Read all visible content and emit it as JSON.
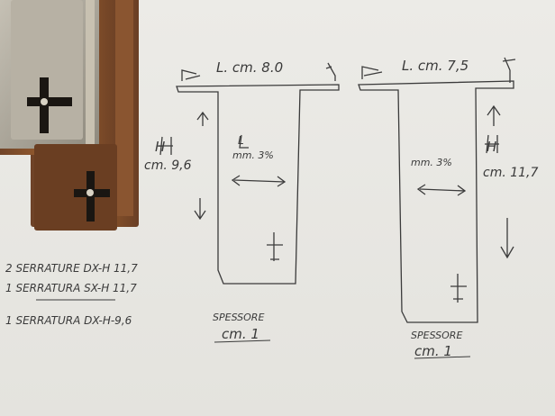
{
  "photo": {
    "paper_color": "#ebeae5",
    "ink_color": "#3b3b3b",
    "metal_colors": [
      "#7a4a2c",
      "#a8642f",
      "#b9b3a6"
    ]
  },
  "left_t": {
    "top_label": "L. cm. 8.0",
    "height_label_h": "H",
    "height_label_value": "cm. 9,6",
    "width_label_l": "L",
    "width_label_value": "mm. 3%",
    "thickness_title": "SPESSORE",
    "thickness_value": "cm. 1"
  },
  "right_t": {
    "top_label": "L. cm. 7,5",
    "height_label_h": "H",
    "height_label_value": "cm. 11,7",
    "width_label_value": "mm. 3%",
    "thickness_title": "SPESSORE",
    "thickness_value": "cm. 1"
  },
  "notes": {
    "line1": "2 SERRATURE DX-H 11,7",
    "line2": "1 SERRATURA SX-H 11,7",
    "line3": "1 SERRATURA DX-H-9,6"
  }
}
